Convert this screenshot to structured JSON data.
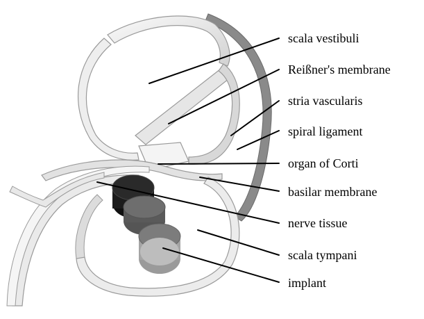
{
  "colors": {
    "background": "#ffffff",
    "leader_line": "#000000",
    "tissue_light": "#f1f1f1",
    "tissue_mid": "#c4c4c4",
    "tissue_dark": "#8a8a8a",
    "tissue_outline": "#9a9a9a",
    "implant_light": "#bdbdbd",
    "implant_mid": "#7c7c7c",
    "implant_dark": "#1c1c1c"
  },
  "labels": [
    {
      "id": "scala-vestibuli",
      "text": "scala vestibuli"
    },
    {
      "id": "reissners-membrane",
      "text": "Reißner's membrane"
    },
    {
      "id": "stria-vascularis",
      "text": "stria vascularis"
    },
    {
      "id": "spiral-ligament",
      "text": "spiral ligament"
    },
    {
      "id": "organ-of-corti",
      "text": "organ of Corti"
    },
    {
      "id": "basilar-membrane",
      "text": "basilar membrane"
    },
    {
      "id": "nerve-tissue",
      "text": "nerve tissue"
    },
    {
      "id": "scala-tympani",
      "text": "scala tympani"
    },
    {
      "id": "implant",
      "text": "implant"
    }
  ]
}
